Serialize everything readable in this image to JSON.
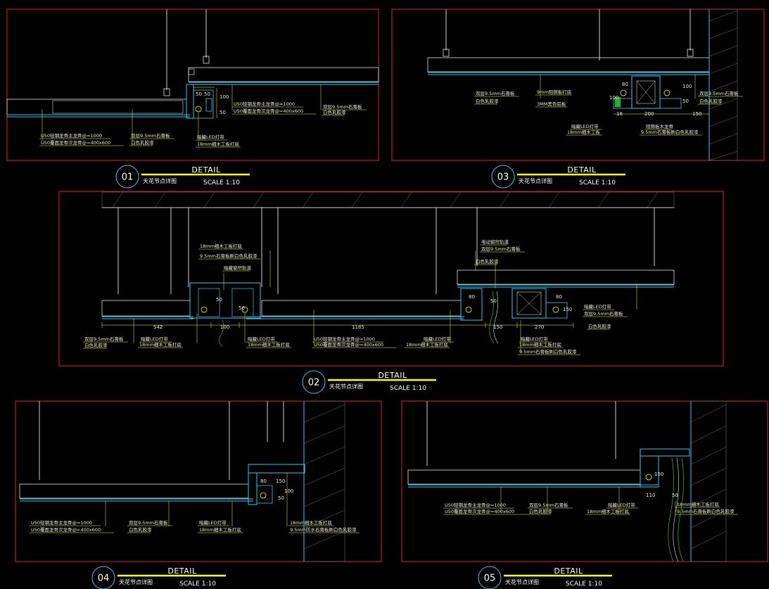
{
  "details": [
    {
      "id": "d01",
      "number": "01",
      "title": "DETAIL",
      "subtitle": "天花节点详图",
      "scale": "SCALE 1:10",
      "annotations": [
        "U50轻钢龙骨主龙骨@=1000",
        "U50覆面龙骨次龙骨@=400x600",
        "双层9.5mm石膏板",
        "白色乳胶漆",
        "暗藏LED灯带",
        "18mm细木工板打底",
        "双层9.5mm石膏板",
        "白色乳胶漆",
        "U50轻钢龙骨主龙骨@=1000",
        "U50覆面龙骨次龙骨@=400x600"
      ],
      "dimensions": [
        "50",
        "50",
        "100",
        "50"
      ]
    },
    {
      "id": "d03",
      "number": "03",
      "title": "DETAIL",
      "subtitle": "天花节点详图",
      "scale": "SCALE 1:10",
      "annotations": [
        "双层9.5mm石膏板",
        "白色乳胶漆",
        "9mm阻燃板打底",
        "3MM黑色铝板",
        "暗藏LED灯带",
        "18mm细木工板",
        "双层9.5mm石膏板",
        "白色乳胶漆",
        "阻燃板木龙骨",
        "9.5mm石膏板刷白色乳胶漆"
      ],
      "dimensions": [
        "80",
        "100",
        "100",
        "50",
        "18",
        "200",
        "150"
      ]
    },
    {
      "id": "d02",
      "number": "02",
      "title": "DETAIL",
      "subtitle": "天花节点详图",
      "scale": "SCALE 1:10",
      "annotations": [
        "18mm细木工板打底",
        "9.5mm石膏板刷白色乳胶漆",
        "暗藏窗帘轨道",
        "双层9.5mm石膏板",
        "白色乳胶漆",
        "电动窗帘轨道",
        "双层9.5mm石膏板",
        "白色乳胶漆",
        "暗藏LED灯带",
        "双层9.5mm石膏板",
        "白色乳胶漆",
        "暗藏LED灯带",
        "18mm细木工板打底",
        "暗藏LED灯带",
        "18mm细木工板打底",
        "U50轻钢龙骨主龙骨@=1000",
        "U50覆面龙骨次龙骨@=400x600",
        "暗藏LED灯带",
        "18mm细木工板打底",
        "暗藏LED灯带",
        "18mm细木工板打底",
        "9.5mm石膏板刷白色乳胶漆"
      ],
      "dimensions": [
        "542",
        "100",
        "1185",
        "150",
        "270",
        "80",
        "80",
        "50",
        "150",
        "50",
        "50"
      ]
    },
    {
      "id": "d04",
      "number": "04",
      "title": "DETAIL",
      "subtitle": "天花节点详图",
      "scale": "SCALE 1:10",
      "annotations": [
        "U50轻钢龙骨主龙骨@=1000",
        "U50覆面龙骨次龙骨@=400x600",
        "双层9.5mm石膏板",
        "白色乳胶漆",
        "暗藏LED灯带",
        "18mm细木工板打底",
        "18mm细木工板打底",
        "9.5mm防水石膏板刷白色乳胶漆"
      ],
      "dimensions": [
        "80",
        "150",
        "100",
        "50"
      ]
    },
    {
      "id": "d05",
      "number": "05",
      "title": "DETAIL",
      "subtitle": "天花节点详图",
      "scale": "SCALE 1:10",
      "annotations": [
        "U50轻钢龙骨主龙骨@=1000",
        "U50覆面龙骨次龙骨@=400x600",
        "双层9.5mm石膏板",
        "白色乳胶漆",
        "暗藏LED灯带",
        "18mm细木工板打底",
        "18mm细木工板打底",
        "9.5mm石膏板刷白色乳胶漆"
      ],
      "dimensions": [
        "150",
        "110",
        "50"
      ]
    }
  ],
  "colors": {
    "frame": "#e0202a",
    "section": "#35c8f0",
    "hanger": "#ffffff",
    "annotation": "#ffff00",
    "dimension": "#ffff00",
    "hatch": "#6a6a6a",
    "background": "#000000"
  }
}
